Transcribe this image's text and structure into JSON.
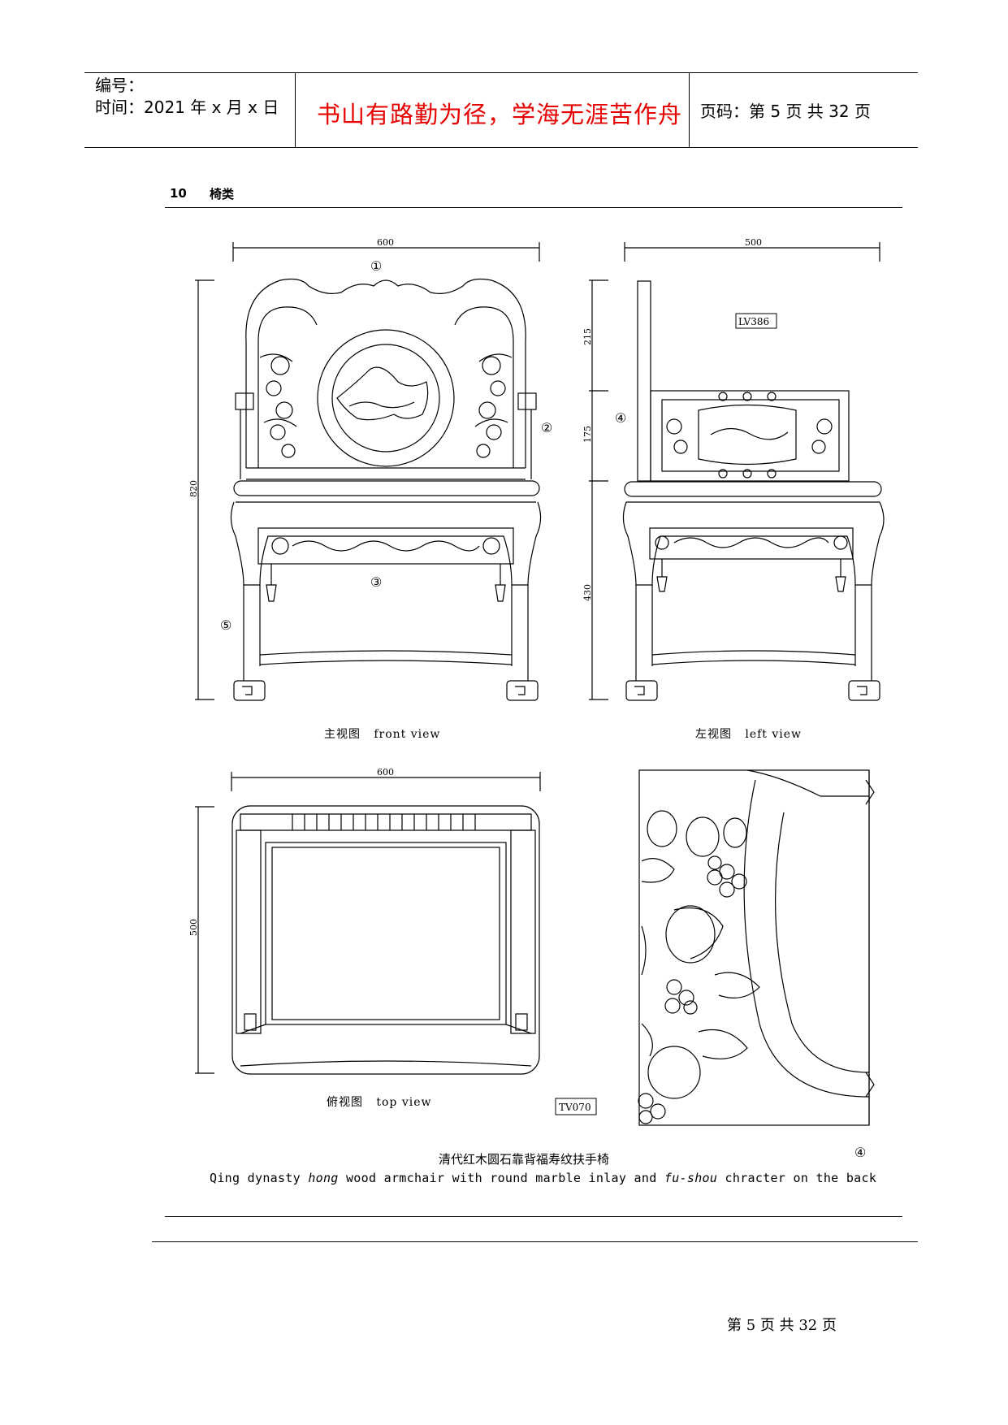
{
  "header": {
    "number_label": "编号：",
    "time_label": "时间：2021 年 x 月 x 日",
    "motto": "书山有路勤为径，学海无涯苦作舟",
    "page_label": "页码：第 5 页  共 32 页"
  },
  "section": {
    "number": "10",
    "title": "椅类"
  },
  "drawing": {
    "front": {
      "width_dim": "600",
      "height_dim": "820",
      "markers": [
        "①",
        "②",
        "③",
        "⑤"
      ],
      "caption_cn": "主视图",
      "caption_en": "front view"
    },
    "left": {
      "width_dim": "500",
      "dims": [
        "215",
        "175",
        "430"
      ],
      "code": "LV386",
      "marker": "④",
      "caption_cn": "左视图",
      "caption_en": "left view"
    },
    "top": {
      "width_dim": "600",
      "depth_dim": "500",
      "code": "TV070",
      "caption_cn": "俯视图",
      "caption_en": "top view"
    },
    "detail": {
      "marker": "④"
    }
  },
  "title": {
    "cn": "清代红木圆石靠背福寿纹扶手椅",
    "en_part1": "Qing dynasty ",
    "en_italic1": "hong",
    "en_part2": " wood armchair with round marble inlay and ",
    "en_italic2": "fu-shou",
    "en_part3": " chracter on the back"
  },
  "footer": {
    "page": "第 5 页  共 32 页"
  }
}
